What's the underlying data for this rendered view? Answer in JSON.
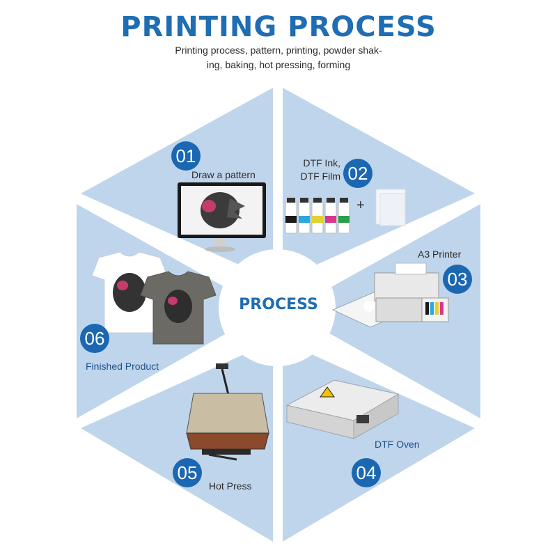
{
  "header": {
    "title": "PRINTING PROCESS",
    "subtitle_line1": "Printing process, pattern, printing, powder shak-",
    "subtitle_line2": "ing, baking, hot pressing, forming"
  },
  "center": {
    "label": "PROCESS"
  },
  "steps": [
    {
      "number": "01",
      "label": "Draw a pattern"
    },
    {
      "number": "02",
      "label_line1": "DTF Ink,",
      "label_line2": "DTF Film",
      "plus": "+"
    },
    {
      "number": "03",
      "label": "A3 Printer"
    },
    {
      "number": "04",
      "label": "DTF Oven"
    },
    {
      "number": "05",
      "label": "Hot Press"
    },
    {
      "number": "06",
      "label": "Finished Product"
    }
  ],
  "colors": {
    "accent": "#1b67b2",
    "panel": "#bfd5ec",
    "title": "#1f6db3"
  },
  "icons": [
    "monitor-icon",
    "ink-bottles-icon",
    "dtf-film-icon",
    "printer-icon",
    "oven-icon",
    "heat-press-icon",
    "tshirt-icon"
  ]
}
